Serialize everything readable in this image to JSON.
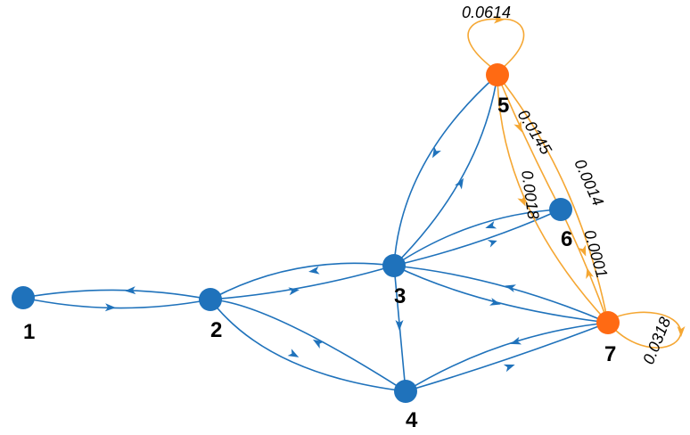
{
  "colors": {
    "blue": "#1f72bb",
    "orange": "#f5a733",
    "node_blue": "#1f72bb",
    "node_orange": "#ff6a13"
  },
  "nodes": [
    {
      "id": "1",
      "label": "1",
      "color": "node_blue"
    },
    {
      "id": "2",
      "label": "2",
      "color": "node_blue"
    },
    {
      "id": "3",
      "label": "3",
      "color": "node_blue"
    },
    {
      "id": "4",
      "label": "4",
      "color": "node_blue"
    },
    {
      "id": "5",
      "label": "5",
      "color": "node_orange"
    },
    {
      "id": "6",
      "label": "6",
      "color": "node_blue"
    },
    {
      "id": "7",
      "label": "7",
      "color": "node_orange"
    }
  ],
  "edge_labels": {
    "self5": "0.0614",
    "e5_6": "0.0145",
    "e6_7": "0.0001",
    "e5_7": "0.0018",
    "e7_5": "0.0014",
    "self7": "0.0318"
  }
}
